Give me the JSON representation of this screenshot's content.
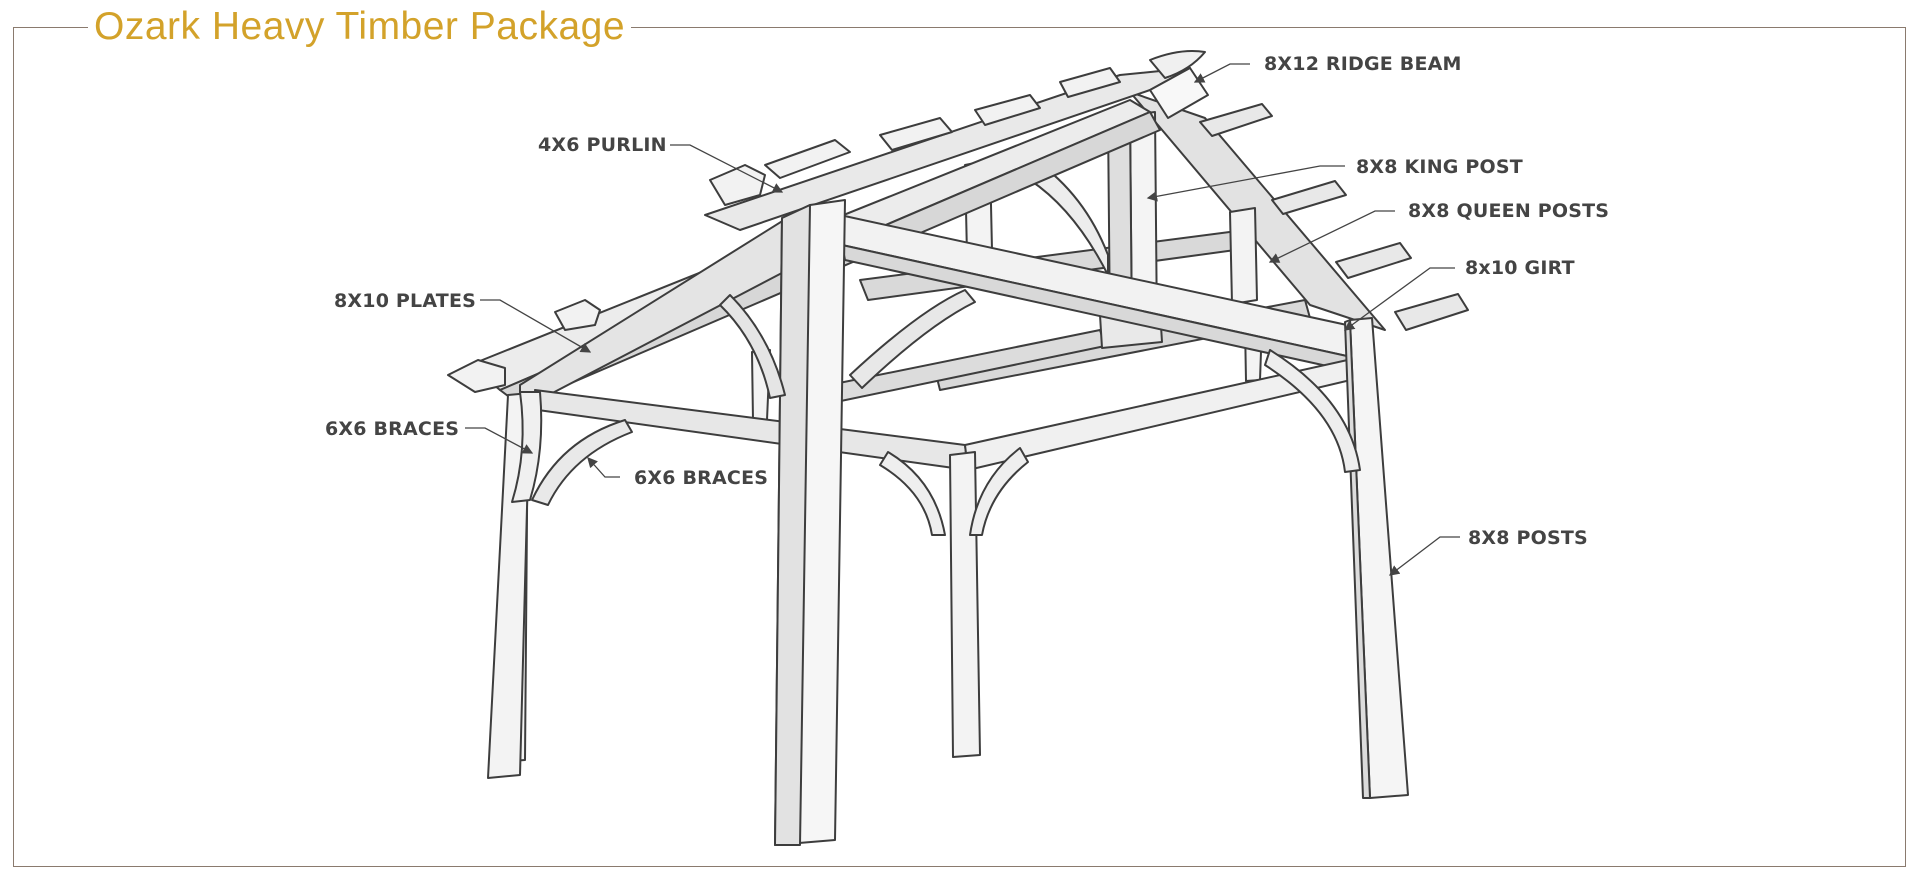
{
  "title": "Ozark Heavy Timber Package",
  "colors": {
    "title": "#d3a22a",
    "frame": "#8a7a6e",
    "label": "#444444",
    "timber_face": "#e6e6e6",
    "timber_side": "#f7f7f7",
    "timber_shade": "#cfcfcf",
    "outline": "#3d3d3d"
  },
  "callouts": [
    {
      "id": "ridge-beam",
      "text": "8X12 RIDGE BEAM"
    },
    {
      "id": "king-post",
      "text": "8X8 KING POST"
    },
    {
      "id": "queen-posts",
      "text": "8X8 QUEEN POSTS"
    },
    {
      "id": "girt",
      "text": "8x10 GIRT"
    },
    {
      "id": "purlin",
      "text": "4X6 PURLIN"
    },
    {
      "id": "plates",
      "text": "8X10 PLATES"
    },
    {
      "id": "braces-left",
      "text": "6X6 BRACES"
    },
    {
      "id": "braces-center",
      "text": "6X6 BRACES"
    },
    {
      "id": "posts",
      "text": "8X8 POSTS"
    }
  ]
}
